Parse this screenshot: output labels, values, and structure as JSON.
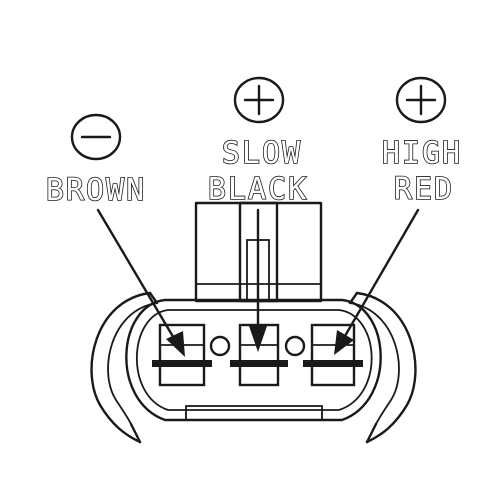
{
  "labels": {
    "brown": {
      "sign": "−",
      "text": "BROWN"
    },
    "slow": {
      "sign": "+",
      "text_top": "SLOW",
      "text_bottom": "BLACK"
    },
    "high": {
      "sign": "+",
      "text_top": "HIGH",
      "text_bottom": "RED"
    }
  },
  "colors": {
    "ink": "#1a1a1a",
    "paper": "#ffffff"
  }
}
